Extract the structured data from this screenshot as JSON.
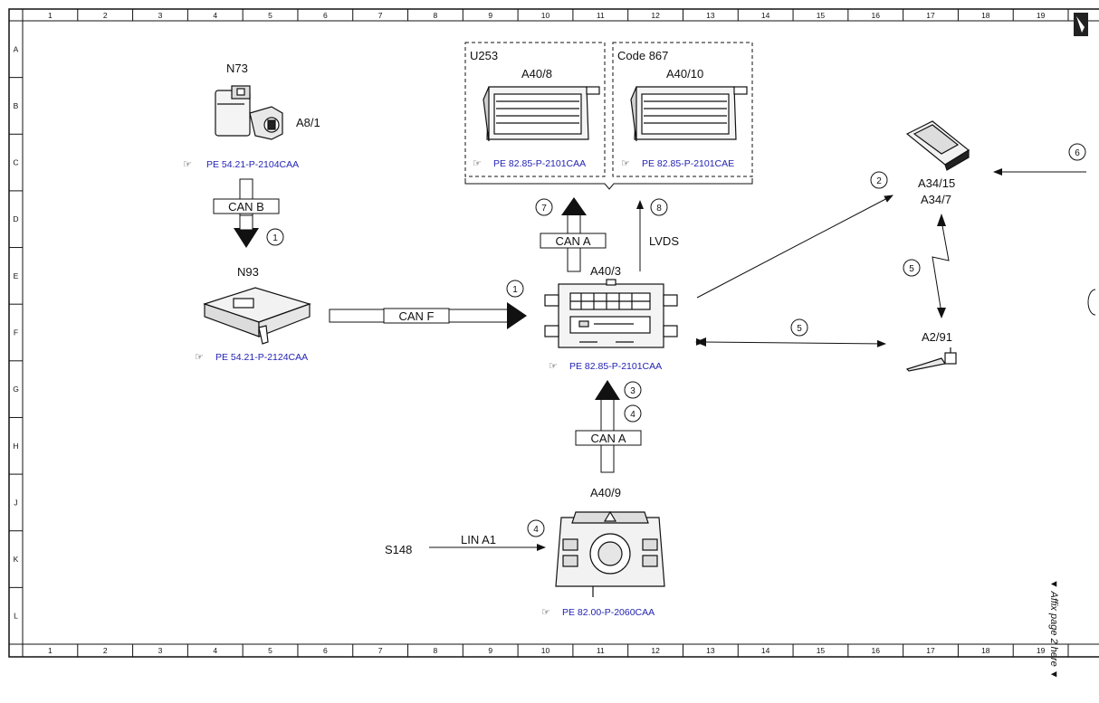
{
  "grid": {
    "columns": [
      "1",
      "2",
      "3",
      "4",
      "5",
      "6",
      "7",
      "8",
      "9",
      "10",
      "11",
      "12",
      "13",
      "14",
      "15",
      "16",
      "17",
      "18",
      "19"
    ],
    "rows": [
      "A",
      "B",
      "C",
      "D",
      "E",
      "F",
      "G",
      "H",
      "J",
      "K",
      "L"
    ]
  },
  "components": {
    "n73": {
      "label": "N73",
      "sublabel": "A8/1",
      "ref": "PE 54.21-P-2104CAA"
    },
    "n93": {
      "label": "N93",
      "ref": "PE 54.21-P-2124CAA"
    },
    "u253": {
      "group": "U253",
      "label": "A40/8",
      "ref": "PE 82.85-P-2101CAA"
    },
    "code867": {
      "group": "Code 867",
      "label": "A40/10",
      "ref": "PE 82.85-P-2101CAE"
    },
    "a40_3": {
      "label": "A40/3",
      "ref": "PE 82.85-P-2101CAA"
    },
    "a40_9": {
      "label": "A40/9",
      "ref": "PE 82.00-P-2060CAA"
    },
    "a34": {
      "label1": "A34/15",
      "label2": "A34/7"
    },
    "a2_91": {
      "label": "A2/91"
    },
    "s148": {
      "label": "S148"
    }
  },
  "buses": {
    "can_b": "CAN B",
    "can_f": "CAN F",
    "can_a_top": "CAN A",
    "can_a_bottom": "CAN A",
    "lvds": "LVDS",
    "lin_a1": "LIN A1"
  },
  "markers": [
    "1",
    "1",
    "2",
    "3",
    "4",
    "4",
    "5",
    "5",
    "6",
    "7",
    "8"
  ],
  "affix_note": "▼ Affix page 2 here ▼"
}
